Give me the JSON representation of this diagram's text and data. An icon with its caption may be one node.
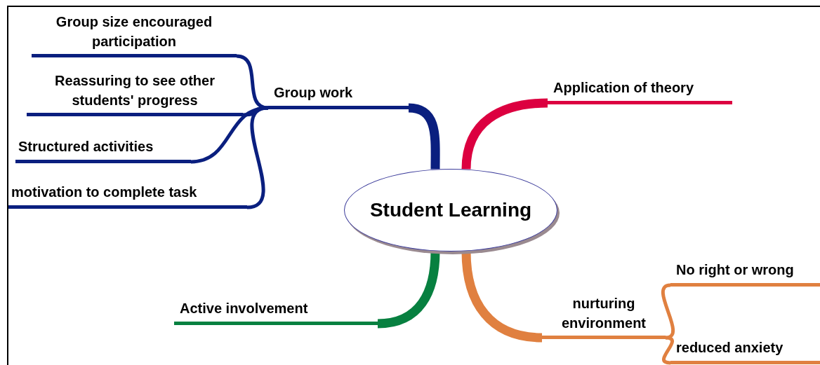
{
  "diagram": {
    "nodes": [
      {
        "text": [
          "Student Learning"
        ]
      },
      {
        "text": [
          "Group work"
        ]
      },
      {
        "text": [
          "Application of theory"
        ]
      },
      {
        "text": [
          "Active involvement"
        ]
      },
      {
        "text": [
          "nurturing environment"
        ]
      },
      {
        "text": [
          "Group size encouraged participation"
        ]
      },
      {
        "text": [
          "Reassuring to see  other students' progress"
        ]
      },
      {
        "text": [
          "Structured activities"
        ]
      },
      {
        "text": [
          "motivation to complete task"
        ]
      },
      {
        "text": [
          "No right or wrong"
        ]
      },
      {
        "text": [
          "reduced anxiety"
        ]
      }
    ],
    "edges": [
      {
        "from": 0,
        "to": 1,
        "arrow": "none",
        "style": "thick"
      },
      {
        "from": 0,
        "to": 2,
        "arrow": "none",
        "style": "thick",
        "color": "#dc0040"
      },
      {
        "from": 0,
        "to": 3,
        "arrow": "none",
        "style": "thick",
        "color": "#078040"
      },
      {
        "from": 0,
        "to": 4,
        "arrow": "none",
        "style": "thick",
        "color": "#e08040"
      },
      {
        "from": 1,
        "to": 5,
        "arrow": "none"
      },
      {
        "from": 1,
        "to": 6,
        "arrow": "none"
      },
      {
        "from": 1,
        "to": 7,
        "arrow": "none"
      },
      {
        "from": 1,
        "to": 8,
        "arrow": "none"
      },
      {
        "from": 4,
        "to": 9,
        "arrow": "none",
        "color": "#e08040"
      },
      {
        "from": 4,
        "to": 10,
        "arrow": "none",
        "color": "#e08040"
      }
    ]
  }
}
